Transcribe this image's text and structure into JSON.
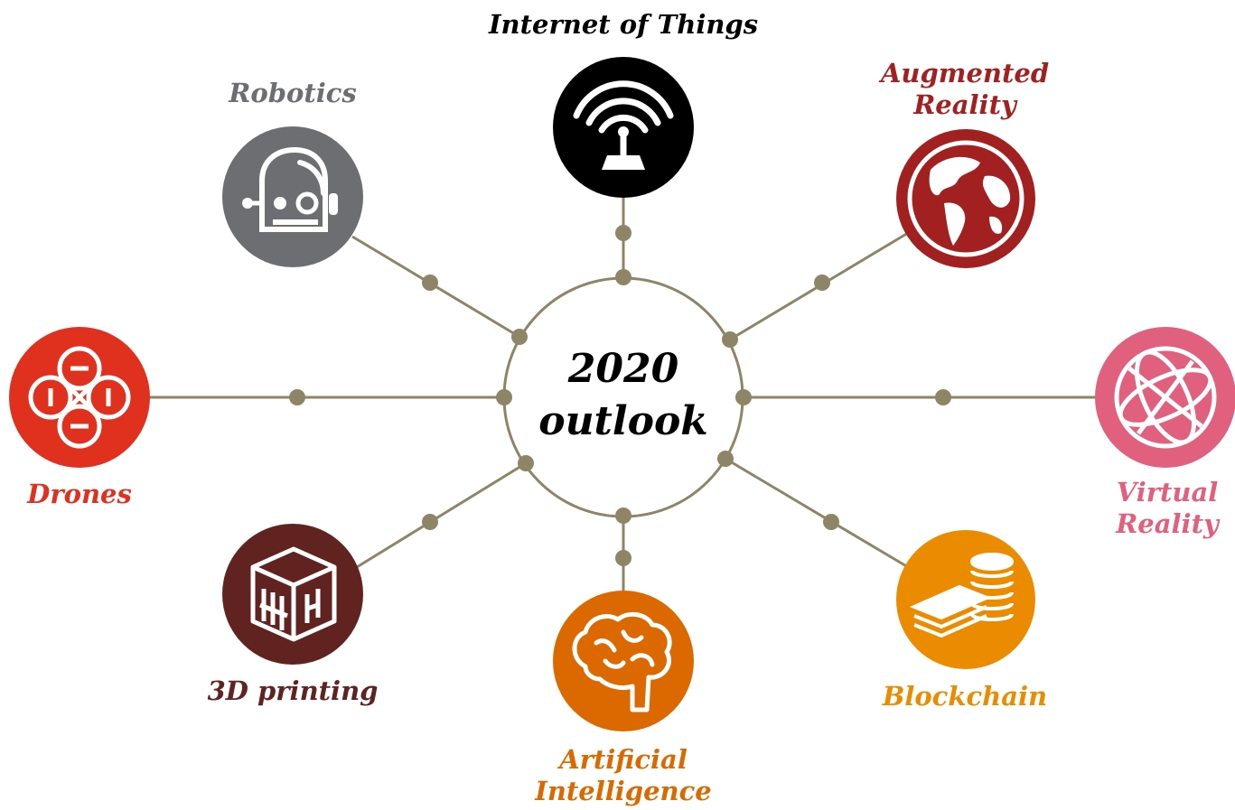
{
  "center": {
    "line1": "2020",
    "line2": "outlook"
  },
  "colors": {
    "connector": "#8e8466"
  },
  "nodes": [
    {
      "id": "iot",
      "label": "Internet of Things",
      "color": "#000000",
      "label_color": "#000000",
      "icon": "wifi-signal-icon"
    },
    {
      "id": "ar",
      "label_lines": [
        "Augmented",
        "Reality"
      ],
      "color": "#a32020",
      "label_color": "#a32020",
      "icon": "globe-map-icon"
    },
    {
      "id": "vr",
      "label_lines": [
        "Virtual",
        "Reality"
      ],
      "color": "#e0607e",
      "label_color": "#e0607e",
      "icon": "wireframe-globe-icon"
    },
    {
      "id": "blockchain",
      "label": "Blockchain",
      "color": "#eb8c00",
      "label_color": "#eb8c00",
      "icon": "coins-stack-icon"
    },
    {
      "id": "ai",
      "label_lines": [
        "Artificial",
        "Intelligence"
      ],
      "color": "#dc6900",
      "label_color": "#dc6900",
      "icon": "brain-icon"
    },
    {
      "id": "printing",
      "label": "3D printing",
      "color": "#602320",
      "label_color": "#602320",
      "icon": "printed-cube-icon"
    },
    {
      "id": "drones",
      "label": "Drones",
      "color": "#e0301e",
      "label_color": "#e0301e",
      "icon": "drone-icon"
    },
    {
      "id": "robotics",
      "label": "Robotics",
      "color": "#6d6e71",
      "label_color": "#6d6e71",
      "icon": "robot-head-icon"
    }
  ]
}
